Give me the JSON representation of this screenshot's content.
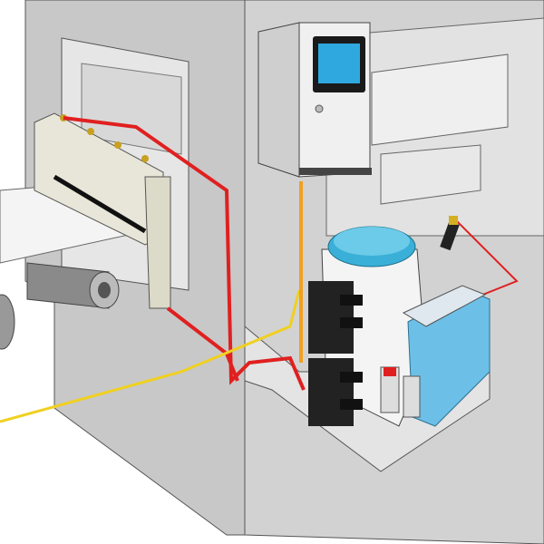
{
  "colors": {
    "machine_body": "#c9c9c9",
    "machine_shadow": "#a9a9a9",
    "cable_red": "#e02020",
    "cable_yellow": "#f0d020",
    "hose_orange": "#f0a020",
    "screen": "#2fa8e0",
    "tank_cap": "#3ab0d8",
    "valve_blue": "#6cc0e8",
    "valve_block": "#222222"
  },
  "icons": [
    "control-cabinet",
    "touch-screen",
    "spray-bar",
    "roller",
    "lubricant-tank",
    "spray-nozzle",
    "solenoid-valve-bank",
    "air-filter-regulator",
    "pump-block"
  ]
}
